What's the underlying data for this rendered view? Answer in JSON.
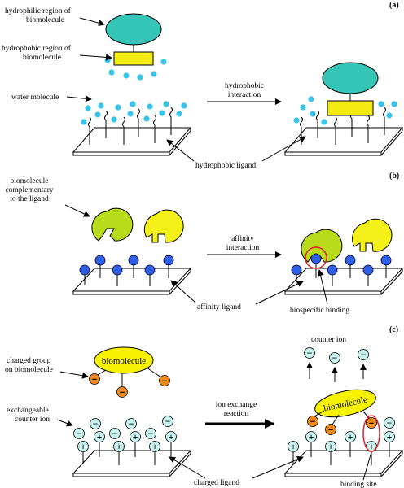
{
  "panels": {
    "a": {
      "tag": "(a)",
      "hydrophilic_label_1": "hydrophilic region of",
      "hydrophilic_label_2": "biomolecule",
      "hydrophobic_label_1": "hydrophobic region of",
      "hydrophobic_label_2": "biomolecule",
      "water_label": "water molecule",
      "interaction_1": "hydrophobic",
      "interaction_2": "interaction",
      "ligand_label": "hydrophobic ligand",
      "colors": {
        "biomolecule": "#36c6b8",
        "hydrophobic": "#f2ea10",
        "water": "#38c4e8"
      }
    },
    "b": {
      "tag": "(b)",
      "complement_1": "biomolecule",
      "complement_2": "complementary",
      "complement_3": "to the ligand",
      "interaction_1": "affinity",
      "interaction_2": "interaction",
      "ligand_label": "affinity ligand",
      "binding_label": "biospecific binding",
      "colors": {
        "biomolecule_green": "#b8dc1c",
        "biomolecule_yellow": "#f4f01a",
        "ligand": "#2f5fe8",
        "highlight": "#e0202a"
      }
    },
    "c": {
      "tag": "(c)",
      "biomolecule": "biomolecule",
      "charged_group_1": "charged group",
      "charged_group_2": "on biomolecule",
      "counter_ion_1": "exchangeable",
      "counter_ion_2": "counter ion",
      "interaction_1": "ion exchange",
      "interaction_2": "reaction",
      "ligand_label": "charged ligand",
      "counter_ion_top": "counter ion",
      "binding_site": "binding site",
      "minus": "−",
      "plus": "+",
      "colors": {
        "biomolecule": "#f6f200",
        "negative": "#f08a1c",
        "ion": "#c8f2ee",
        "highlight": "#e0202a"
      }
    }
  }
}
